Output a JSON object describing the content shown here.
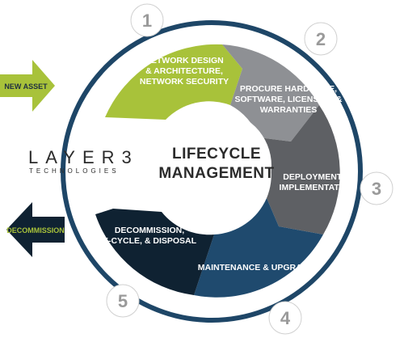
{
  "colors": {
    "ring": "#1e4667",
    "green": "#a8c23a",
    "gray_light": "#8e9094",
    "gray_mid": "#6f7175",
    "gray_dark": "#58595d",
    "navy": "#1f4a6e",
    "navy_dark": "#0f2232",
    "center": "#ffffff",
    "number_circle": "#ffffff",
    "number_text": "#9a9a9a"
  },
  "center": {
    "line1": "LIFECYCLE",
    "line2": "MANAGEMENT"
  },
  "logo": {
    "main": "LAYER3",
    "sub": "TECHNOLOGIES"
  },
  "arrows": {
    "in_label": "NEW ASSET",
    "out_label": "DECOMMISSION"
  },
  "stages": [
    {
      "number": "1",
      "lines": [
        "NETWORK DESIGN",
        "& ARCHITECTURE,",
        "NETWORK SECURITY"
      ]
    },
    {
      "number": "2",
      "lines": [
        "PROCURE HARDWARE,",
        "SOFTWARE, LICENSING &",
        "WARRANTIES"
      ]
    },
    {
      "number": "3",
      "lines": [
        "DEPLOYMENT &",
        "IMPLEMENTATION"
      ]
    },
    {
      "number": "4",
      "lines": [
        "MAINTENANCE & UPGRADES"
      ]
    },
    {
      "number": "5",
      "lines": [
        "DECOMMISSION,",
        "E-CYCLE, & DISPOSAL"
      ]
    }
  ]
}
